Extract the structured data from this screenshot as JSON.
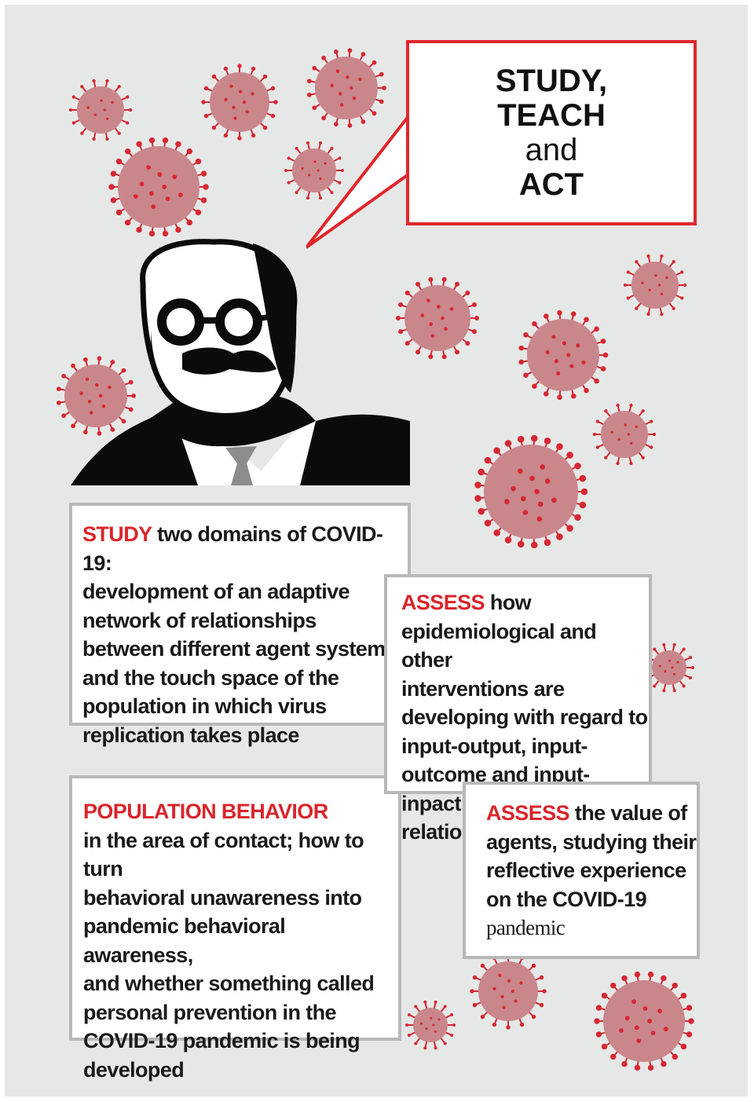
{
  "bubble": {
    "line1": "STUDY,",
    "line2": "TEACH",
    "line3": "and",
    "line4": "ACT"
  },
  "boxes": {
    "study": {
      "keyword": "STUDY",
      "first": "two domains of COVID-19:",
      "lines": [
        "development of an adaptive",
        "network of relationships",
        "between different agent systems",
        "and the touch space of the",
        "population in which virus",
        "replication takes place"
      ]
    },
    "assess1": {
      "keyword": "ASSESS",
      "first": "how",
      "lines": [
        "epidemiological and other",
        "interventions are",
        "developing with regard to",
        "input-output, input-",
        "outcome and input-inpact",
        "relations"
      ]
    },
    "population": {
      "keyword": "POPULATION BEHAVIOR",
      "lines": [
        "in the area of contact; how to turn",
        "behavioral unawareness into",
        "pandemic behavioral awareness,",
        "and whether something called",
        "personal prevention in the",
        "COVID-19 pandemic is being",
        "developed"
      ]
    },
    "assess2": {
      "keyword": "ASSESS",
      "first": "the value of",
      "lines": [
        "agents, studying their",
        "reflective experience",
        "on the COVID-19"
      ],
      "last": "pandemic"
    }
  },
  "colors": {
    "accent": "#d9252b",
    "virus_body": "#c9878c",
    "virus_spike": "#d62832",
    "box_border": "#b8b8b8",
    "background": "#e6e8e7"
  },
  "icons": [
    "coronavirus-icon",
    "portrait-illustration"
  ]
}
